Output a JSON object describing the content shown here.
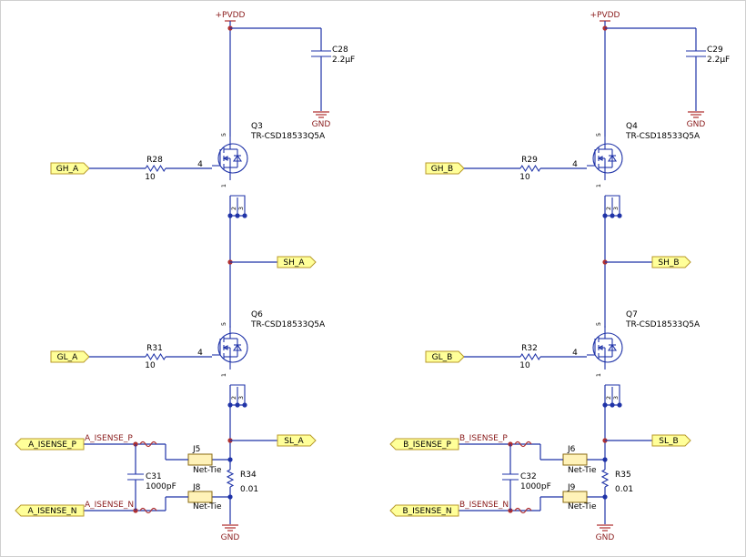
{
  "pvdd_label": "+PVDD",
  "gnd_label": "GND",
  "net_tie_label": "Net-Tie",
  "pin_numbers": {
    "gate": "4",
    "drain": "5",
    "source": "1",
    "s2": "2",
    "s3": "3"
  },
  "channels": [
    {
      "high_fet": {
        "ref": "Q3",
        "part": "TR-CSD18533Q5A"
      },
      "low_fet": {
        "ref": "Q6",
        "part": "TR-CSD18533Q5A"
      },
      "cap_top": {
        "ref": "C28",
        "value": "2.2µF"
      },
      "r_gate_high": {
        "ref": "R28",
        "value": "10"
      },
      "r_gate_low": {
        "ref": "R31",
        "value": "10"
      },
      "gate_high_port": "GH_A",
      "gate_low_port": "GL_A",
      "sw_port": "SH_A",
      "source_port": "SL_A",
      "sense_p_port": "A_ISENSE_P",
      "sense_n_port": "A_ISENSE_N",
      "sense_p_net": "A_ISENSE_P",
      "sense_n_net": "A_ISENSE_N",
      "tie_p": "J5",
      "tie_n": "J8",
      "sense_cap": {
        "ref": "C31",
        "value": "1000pF"
      },
      "shunt": {
        "ref": "R34",
        "value": "0.01"
      }
    },
    {
      "high_fet": {
        "ref": "Q4",
        "part": "TR-CSD18533Q5A"
      },
      "low_fet": {
        "ref": "Q7",
        "part": "TR-CSD18533Q5A"
      },
      "cap_top": {
        "ref": "C29",
        "value": "2.2µF"
      },
      "r_gate_high": {
        "ref": "R29",
        "value": "10"
      },
      "r_gate_low": {
        "ref": "R32",
        "value": "10"
      },
      "gate_high_port": "GH_B",
      "gate_low_port": "GL_B",
      "sw_port": "SH_B",
      "source_port": "SL_B",
      "sense_p_port": "B_ISENSE_P",
      "sense_n_port": "B_ISENSE_N",
      "sense_p_net": "B_ISENSE_P",
      "sense_n_net": "B_ISENSE_N",
      "tie_p": "J6",
      "tie_n": "J9",
      "sense_cap": {
        "ref": "C32",
        "value": "1000pF"
      },
      "shunt": {
        "ref": "R35",
        "value": "0.01"
      }
    }
  ]
}
